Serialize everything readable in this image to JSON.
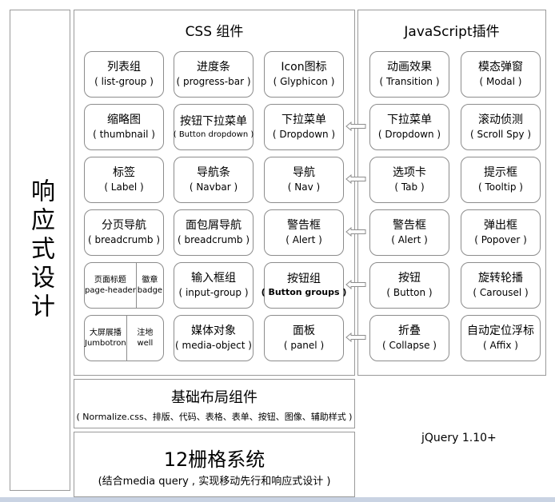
{
  "side_label": "响应式设计",
  "css_section": {
    "title": "CSS 组件",
    "columns": [
      [
        {
          "name": "列表组",
          "en": "( list-group )"
        },
        {
          "name": "缩略图",
          "en": "( thumbnail )"
        },
        {
          "name": "标签",
          "en": "( Label )"
        },
        {
          "name": "分页导航",
          "en": "( breadcrumb )"
        },
        {
          "split": [
            {
              "name": "页面标题",
              "en": "page-header"
            },
            {
              "name": "徽章",
              "en": "badge"
            }
          ]
        },
        {
          "split": [
            {
              "name": "大屏展播",
              "en": "Jumbotron"
            },
            {
              "name": "注地",
              "en": "well"
            }
          ]
        }
      ],
      [
        {
          "name": "进度条",
          "en": "( progress-bar )"
        },
        {
          "name": "按钮下拉菜单",
          "en": "( Button dropdown )"
        },
        {
          "name": "导航条",
          "en": "( Navbar )"
        },
        {
          "name": "面包屑导航",
          "en": "( breadcrumb )"
        },
        {
          "name": "输入框组",
          "en": "( input-group )"
        },
        {
          "name": "媒体对象",
          "en": "( media-object )"
        }
      ],
      [
        {
          "name": "Icon图标",
          "en": "( Glyphicon )"
        },
        {
          "name": "下拉菜单",
          "en": "( Dropdown )"
        },
        {
          "name": "导航",
          "en": "( Nav )"
        },
        {
          "name": "警告框",
          "en": "( Alert )"
        },
        {
          "name": "按钮组",
          "en": "( Button groups )"
        },
        {
          "name": "面板",
          "en": "( panel )"
        }
      ]
    ]
  },
  "js_section": {
    "title": "JavaScript插件",
    "columns": [
      [
        {
          "name": "动画效果",
          "en": "( Transition )"
        },
        {
          "name": "下拉菜单",
          "en": "( Dropdown )"
        },
        {
          "name": "选项卡",
          "en": "( Tab )"
        },
        {
          "name": "警告框",
          "en": "( Alert )"
        },
        {
          "name": "按钮",
          "en": "( Button )"
        },
        {
          "name": "折叠",
          "en": "( Collapse )"
        }
      ],
      [
        {
          "name": "模态弹窗",
          "en": "( Modal )"
        },
        {
          "name": "滚动侦测",
          "en": "( Scroll Spy )"
        },
        {
          "name": "提示框",
          "en": "( Tooltip )"
        },
        {
          "name": "弹出框",
          "en": "( Popover )"
        },
        {
          "name": "旋转轮播",
          "en": "( Carousel )"
        },
        {
          "name": "自动定位浮标",
          "en": "( Affix )"
        }
      ]
    ]
  },
  "base_layout": {
    "title": "基础布局组件",
    "subtitle": "( Normalize.css、排版、代码、表格、表单、按钮、图像、辅助样式 )"
  },
  "grid": {
    "title": "12栅格系统",
    "subtitle": "(结合media query , 实现移动先行和响应式设计 )"
  },
  "jquery": "jQuery 1.10+",
  "colors": {
    "border": "#8c8c8c",
    "arrow": "#8c8c8c",
    "strip": "#c9d3e3"
  }
}
